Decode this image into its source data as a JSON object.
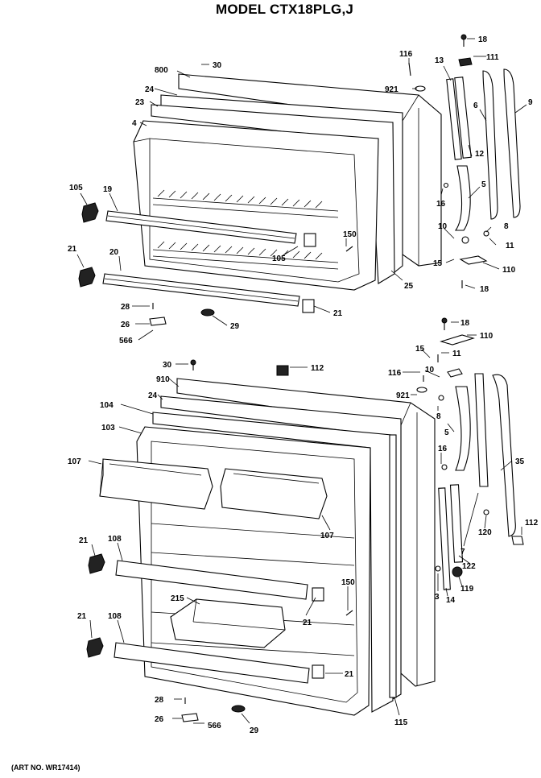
{
  "header": {
    "title": "MODEL CTX18PLG,J"
  },
  "footer": {
    "art_no": "(ART NO. WR17414)"
  },
  "callouts": {
    "top": {
      "c18a": "18",
      "c111": "111",
      "c13": "13",
      "c116": "116",
      "c800": "800",
      "c30": "30",
      "c921": "921",
      "c6": "6",
      "c9": "9",
      "c24": "24",
      "c23": "23",
      "c12": "12",
      "c4": "4",
      "c16": "16",
      "c5": "5",
      "c105a": "105",
      "c19": "19",
      "c10": "10",
      "c8": "8",
      "c11": "11",
      "c150": "150",
      "c105b": "105",
      "c15": "15",
      "c110": "110",
      "c21a": "21",
      "c20": "20",
      "c25": "25",
      "c18b": "18",
      "c28": "28",
      "c21b": "21",
      "c26": "26",
      "c29": "29",
      "c566": "566"
    },
    "bottom": {
      "c18": "18",
      "c110": "110",
      "c15": "15",
      "c11": "11",
      "c30": "30",
      "c112a": "112",
      "c116": "116",
      "c10": "10",
      "c910": "910",
      "c921": "921",
      "c24": "24",
      "c8": "8",
      "c104": "104",
      "c5": "5",
      "c103": "103",
      "c35": "35",
      "c107a": "107",
      "c16": "16",
      "c112b": "112",
      "c120": "120",
      "c107b": "107",
      "c7": "7",
      "c21a": "21",
      "c108a": "108",
      "c122": "122",
      "c150": "150",
      "c119": "119",
      "c3": "3",
      "c14": "14",
      "c215": "215",
      "c21b": "21",
      "c21c": "21",
      "c108b": "108",
      "c21d": "21",
      "c28": "28",
      "c115": "115",
      "c26": "26",
      "c566": "566",
      "c29": "29"
    }
  }
}
